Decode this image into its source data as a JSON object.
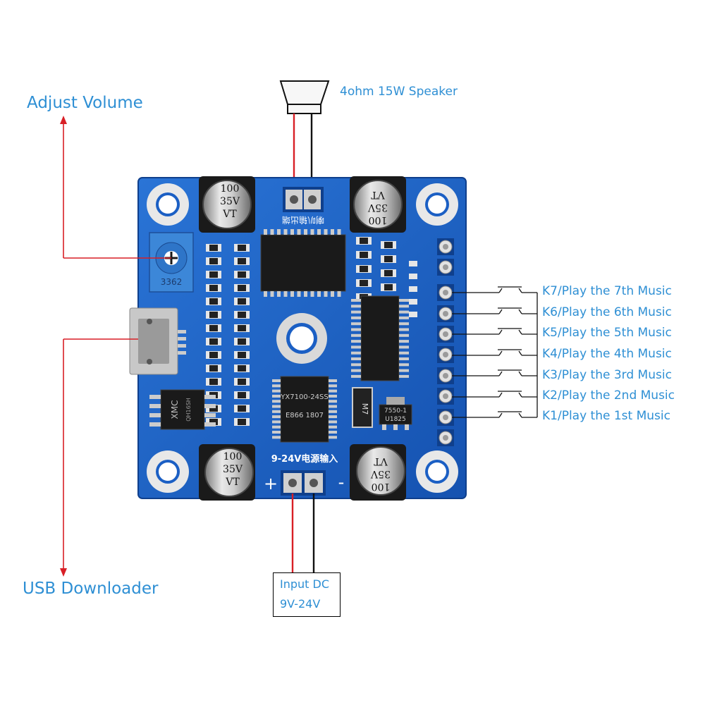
{
  "labels": {
    "adjust_volume": "Adjust Volume",
    "usb_downloader": "USB Downloader",
    "speaker": "4ohm 15W Speaker",
    "input_dc_line1": "Input DC",
    "input_dc_line2": "9V-24V"
  },
  "keys": [
    "K7/Play the 7th Music",
    "K6/Play the 6th Music",
    "K5/Play the 5th Music",
    "K4/Play the 4th Music",
    "K3/Play the 3rd Music",
    "K2/Play the 2nd Music",
    "K1/Play the 1st Music"
  ],
  "board": {
    "capacitor_value": "100",
    "capacitor_voltage": "35V",
    "capacitor_brand": "VT",
    "main_ic": "YX7100-24SS",
    "main_ic_code": "E866   1807",
    "flash_brand": "XMC",
    "flash_code": "QH16SH",
    "pot_marking": "3362",
    "regulator": "7550-1",
    "regulator_code": "U1825",
    "small_part": "M7",
    "power_label": "9-24V电源输入",
    "speaker_label": "喇叭输出端",
    "plus_sign": "+",
    "minus_sign": "-"
  },
  "colors": {
    "label_blue": "#2e8fd4",
    "pcb_blue": "#1b63c6",
    "wire_red": "#d81f26",
    "wire_black": "#111111"
  }
}
